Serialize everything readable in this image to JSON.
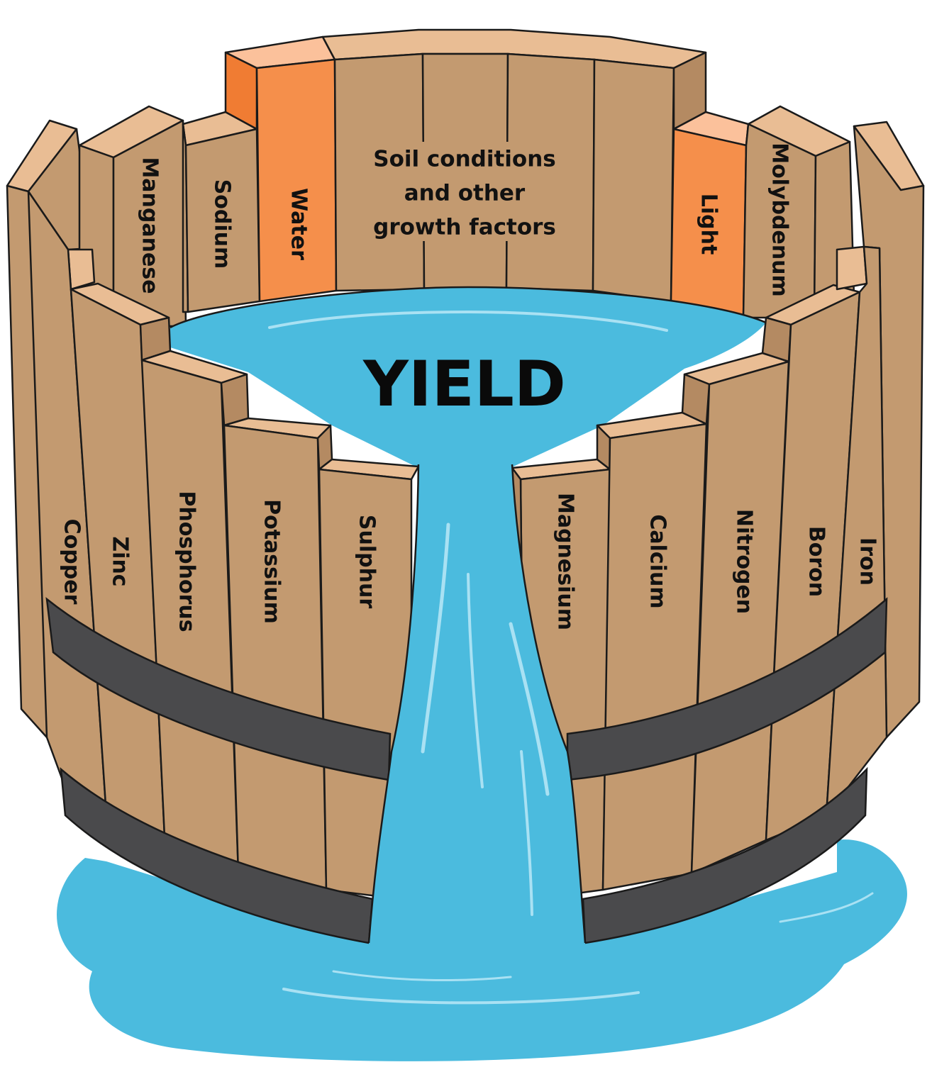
{
  "diagram": {
    "center_label": "YIELD",
    "back_center_stave": {
      "lines": [
        "Soil conditions",
        "and other",
        "growth factors"
      ]
    },
    "back_staves": [
      {
        "id": "manganese",
        "label": "Manganese",
        "highlight": false
      },
      {
        "id": "sodium",
        "label": "Sodium",
        "highlight": false
      },
      {
        "id": "water",
        "label": "Water",
        "highlight": true
      },
      {
        "id": "light",
        "label": "Light",
        "highlight": true
      },
      {
        "id": "molybdenum",
        "label": "Molybdenum",
        "highlight": false
      }
    ],
    "front_left_staves": [
      {
        "id": "copper",
        "label": "Copper"
      },
      {
        "id": "zinc",
        "label": "Zinc"
      },
      {
        "id": "phosphorus",
        "label": "Phosphorus"
      },
      {
        "id": "potassium",
        "label": "Potassium"
      },
      {
        "id": "sulphur",
        "label": "Sulphur"
      }
    ],
    "front_right_staves": [
      {
        "id": "magnesium",
        "label": "Magnesium"
      },
      {
        "id": "calcium",
        "label": "Calcium"
      },
      {
        "id": "nitrogen",
        "label": "Nitrogen"
      },
      {
        "id": "boron",
        "label": "Boron"
      },
      {
        "id": "iron",
        "label": "Iron"
      }
    ],
    "colors": {
      "wood": "#c39a70",
      "wood_top": "#e9bd94",
      "highlight": "#f58f4b",
      "water": "#4bbbde",
      "hoop": "#4a4a4c"
    }
  }
}
